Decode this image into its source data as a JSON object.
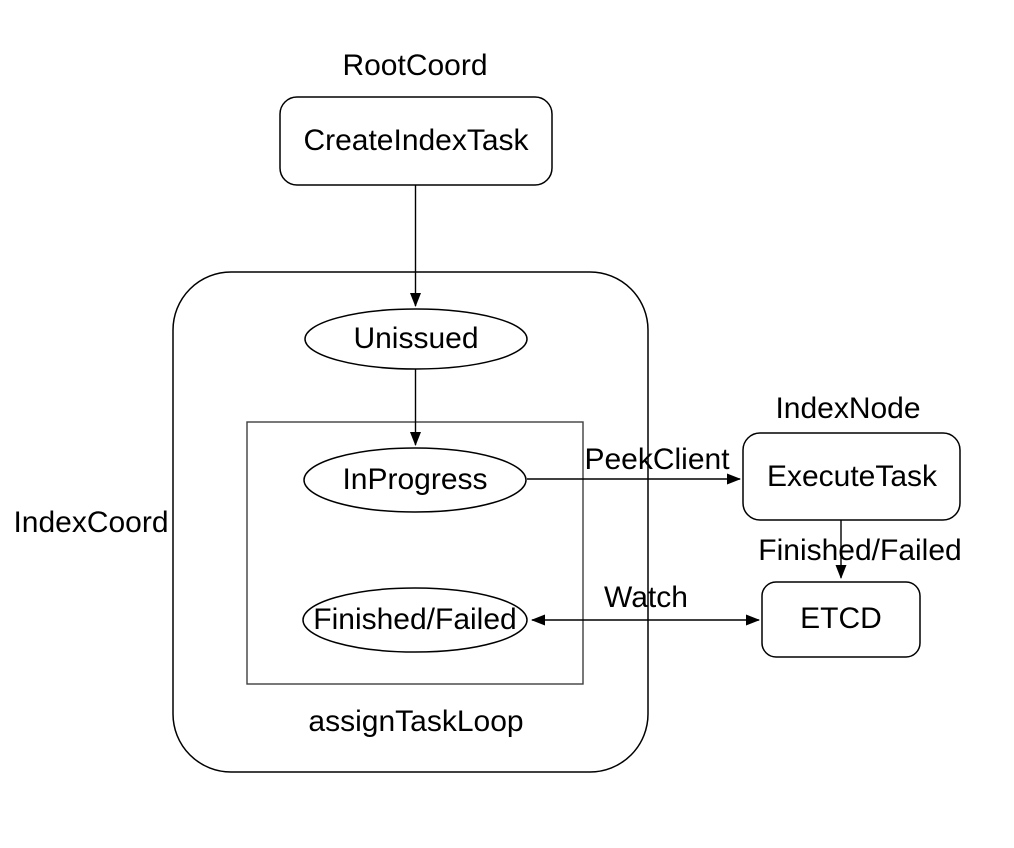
{
  "groups": {
    "root_coord": {
      "label": "RootCoord"
    },
    "index_coord": {
      "label": "IndexCoord",
      "loop_label": "assignTaskLoop"
    },
    "index_node": {
      "label": "IndexNode"
    }
  },
  "nodes": {
    "create_index_task": {
      "label": "CreateIndexTask",
      "shape": "rounded-rect",
      "group": "RootCoord"
    },
    "unissued": {
      "label": "Unissued",
      "shape": "ellipse",
      "group": "IndexCoord"
    },
    "in_progress": {
      "label": "InProgress",
      "shape": "ellipse",
      "group": "assignTaskLoop"
    },
    "finished_failed": {
      "label": "Finished/Failed",
      "shape": "ellipse",
      "group": "assignTaskLoop"
    },
    "execute_task": {
      "label": "ExecuteTask",
      "shape": "rounded-rect",
      "group": "IndexNode"
    },
    "etcd": {
      "label": "ETCD",
      "shape": "rounded-rect"
    }
  },
  "edges": {
    "create_to_unissued": {
      "from": "create_index_task",
      "to": "unissued",
      "label": "",
      "direction": "down"
    },
    "unissued_to_in_progress": {
      "from": "unissued",
      "to": "in_progress",
      "label": "",
      "direction": "down"
    },
    "peek_client": {
      "from": "in_progress",
      "to": "execute_task",
      "label": "PeekClient",
      "direction": "right"
    },
    "execute_to_etcd": {
      "from": "execute_task",
      "to": "etcd",
      "label": "Finished/Failed",
      "direction": "down"
    },
    "watch": {
      "from": "finished_failed",
      "to": "etcd",
      "label": "Watch",
      "bidirectional": true
    }
  },
  "colors": {
    "background": "#ffffff",
    "stroke": "#000000",
    "text": "#000000"
  }
}
